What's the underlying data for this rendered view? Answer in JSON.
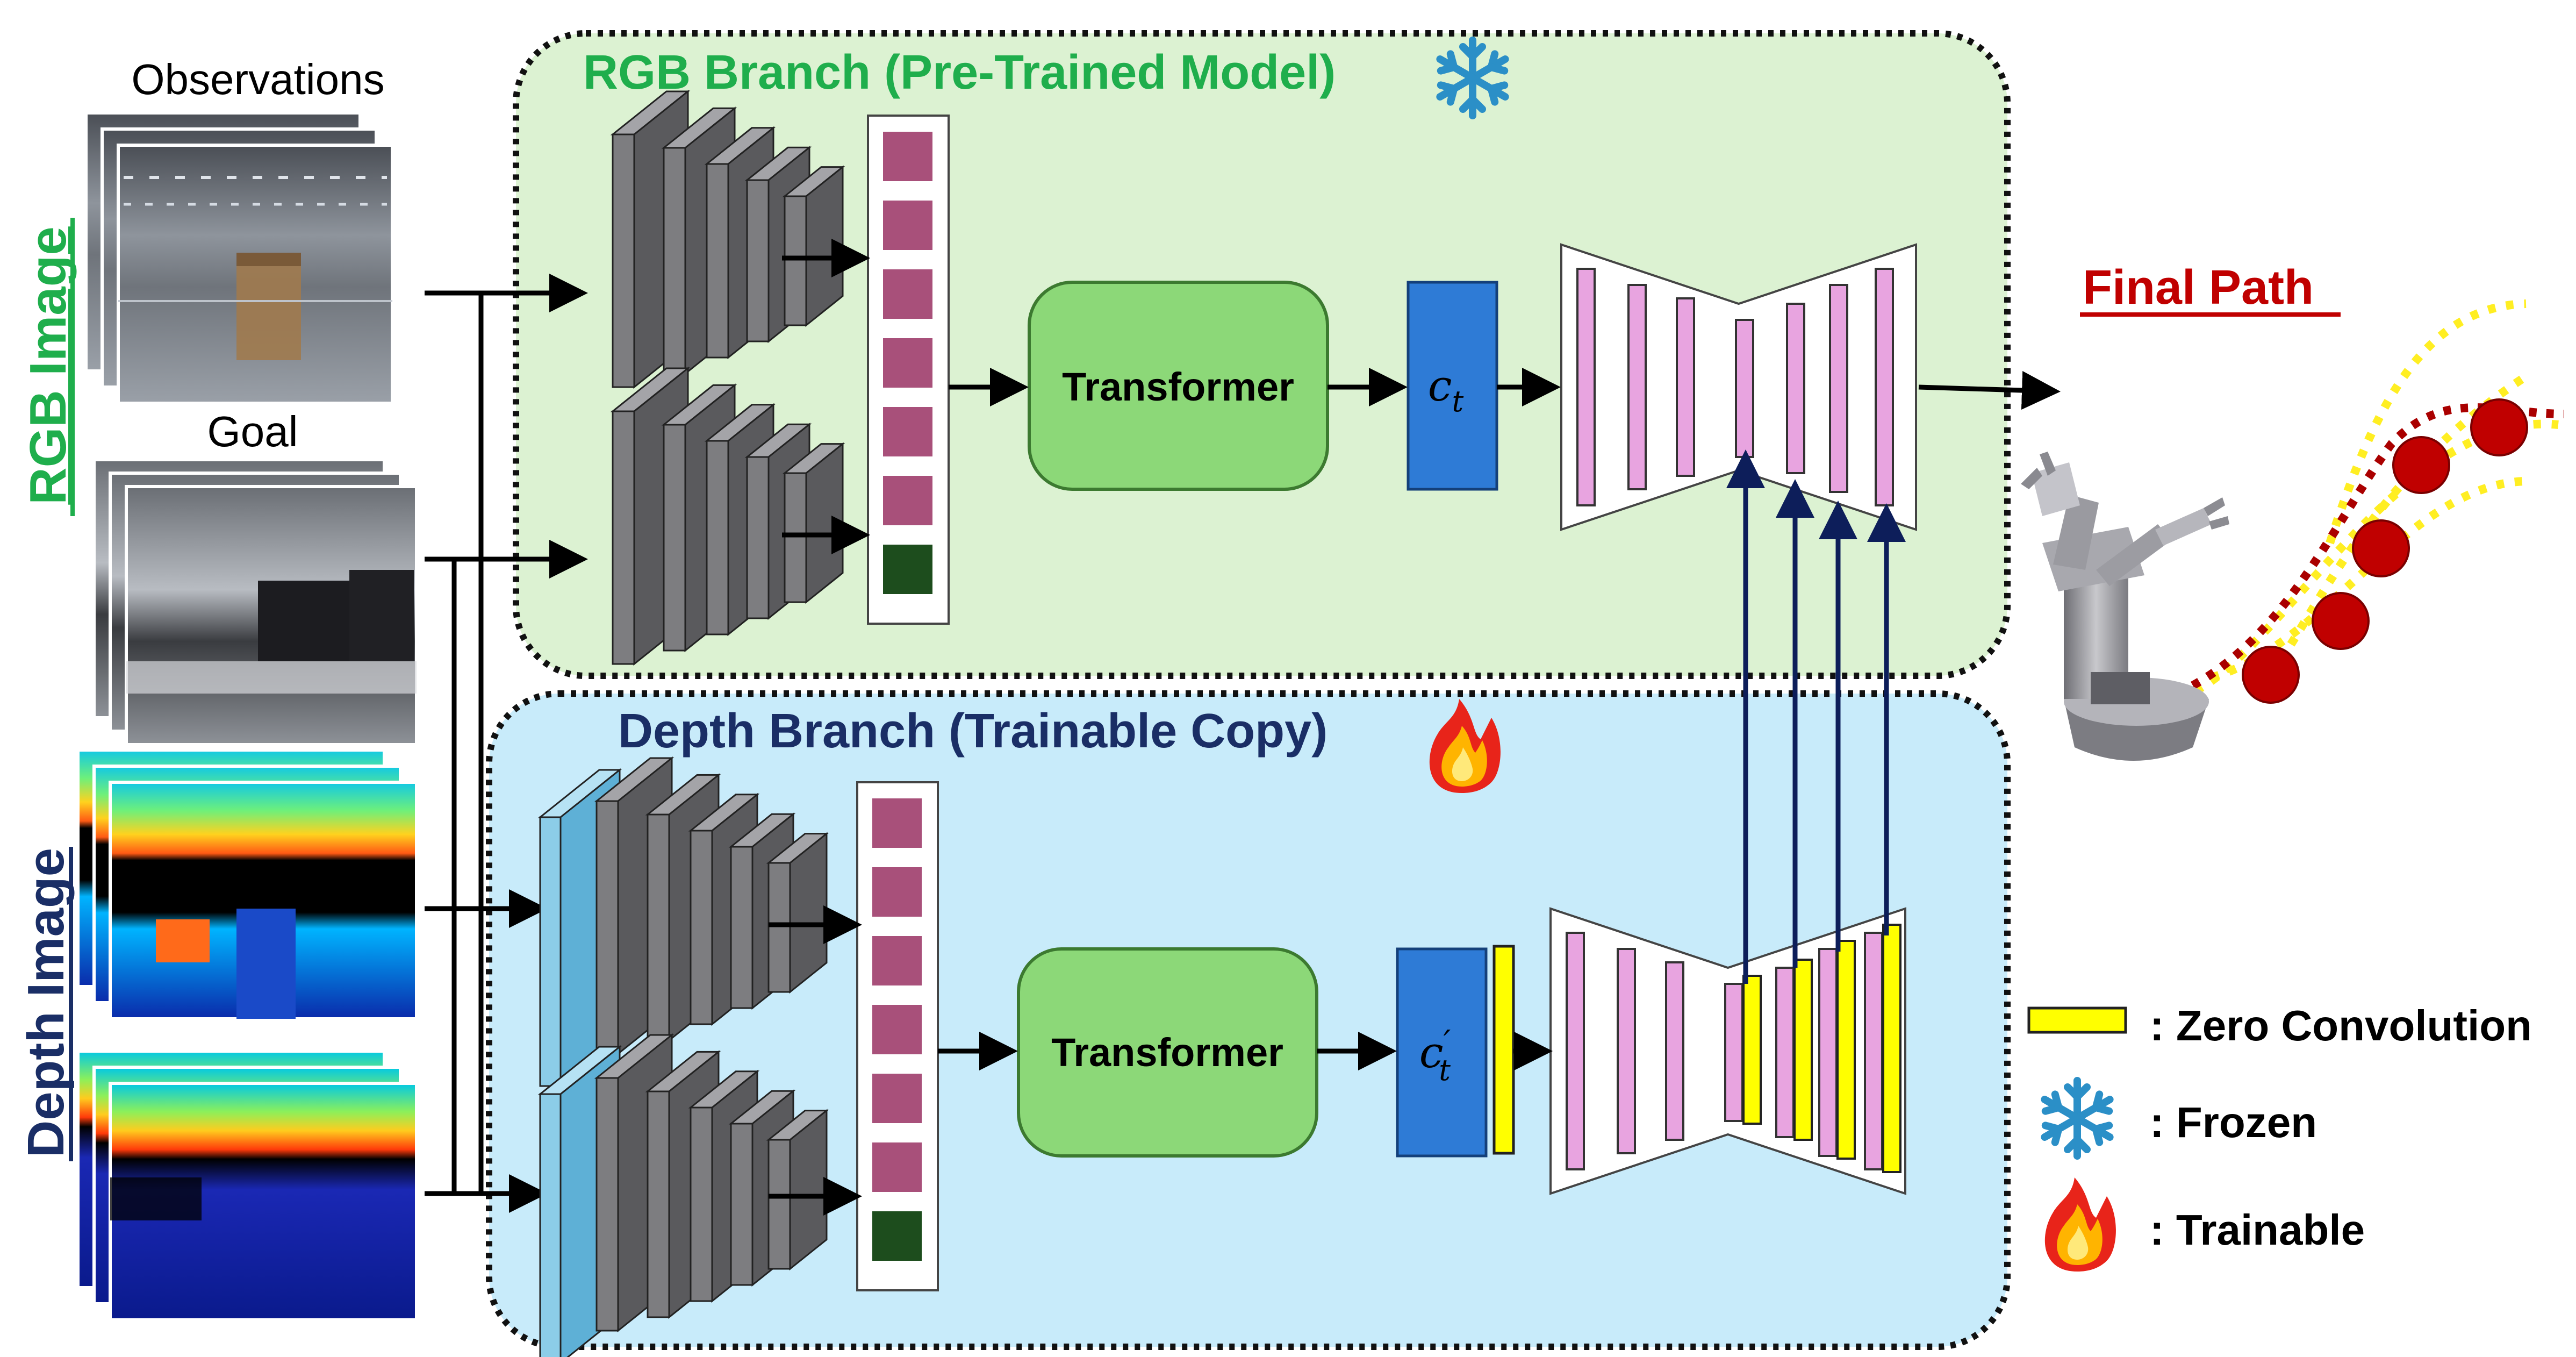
{
  "labels": {
    "observations": "Observations",
    "goal": "Goal",
    "rgb_image": "RGB Image",
    "depth_image": "Depth Image",
    "rgb_branch": "RGB Branch (Pre-Trained Model)",
    "depth_branch": "Depth Branch (Trainable Copy)",
    "transformer": "Transformer",
    "ct_base": "c",
    "ct_sub": "t",
    "ctp_base": "c",
    "ctp_prime": "′",
    "ctp_sub": "t",
    "final_path": "Final Path"
  },
  "legend": {
    "zero_conv": ": Zero Convolution",
    "frozen": ": Frozen",
    "trainable": ": Trainable"
  },
  "icons": [
    "snowflake-icon",
    "flame-icon",
    "robot-arm-icon"
  ],
  "colors": {
    "rgb_panel": "#dcf2d2",
    "depth_panel": "#c8ebfa",
    "rgb_title": "#1fae4c",
    "depth_title": "#1a2e66",
    "transformer": "#8cd878",
    "ct_box": "#2e7bd6",
    "token": "#a8507a",
    "token_last": "#1d4d1d",
    "unet_bar": "#e8a4e0",
    "zero_conv": "#ffff00",
    "final_path": "#c00000",
    "skip_arrow": "#0d1e5a",
    "snowflake": "#2b8fc7"
  }
}
